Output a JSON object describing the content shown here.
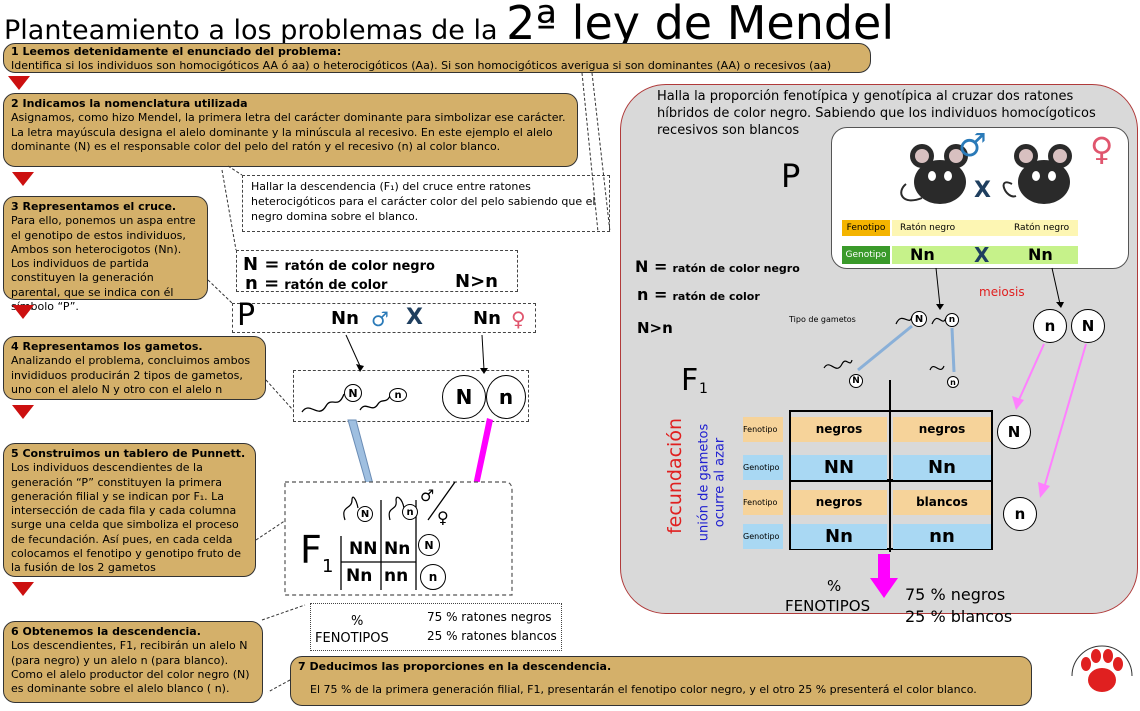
{
  "title": {
    "prefix": "Planteamiento a los problemas de la",
    "big": "2ª ley de Mendel"
  },
  "step1": {
    "title": "1 Leemos detenidamente el enunciado del problema:",
    "text": "Identifica si los individuos son homocigóticos AA ó aa) o heterocigóticos (Aa). Si son homocigóticos averigua si son dominantes (AA) o recesivos (aa)"
  },
  "step2": {
    "title": "2 Indicamos la nomenclatura utilizada",
    "text": "Asignamos, como hizo Mendel, la primera letra del carácter dominante para simbolizar ese carácter. La letra mayúscula designa el alelo dominante y la minúscula al recesivo. En este ejemplo el alelo dominante (N) es el responsable color del pelo del ratón y el recesivo (n) al color blanco."
  },
  "step3": {
    "title": "3 Representamos el cruce.",
    "text": "Para ello, ponemos un aspa entre el genotipo de estos individuos, Ambos son heterocigotos (Nn). Los individuos de partida constituyen la generación parental, que se indica con él símbolo “P”."
  },
  "step4": {
    "title": "4 Representamos los gametos.",
    "text": "Analizando el problema, concluimos ambos invididuos producirán 2 tipos de gametos, uno con el alelo N y otro con el alelo n"
  },
  "step5": {
    "title": "5 Construimos un tablero de Punnett.",
    "text": "Los individuos descendientes de la generación “P” constituyen la primera generación filial y se indican por F₁. La intersección de cada fila y cada columna surge una celda que simboliza el proceso de fecundación. Así pues, en cada celda colocamos el fenotipo y genotipo fruto de la fusión de los 2 gametos"
  },
  "step6": {
    "title": "6 Obtenemos la descendencia.",
    "text": "Los descendientes, F1, recibirán un alelo N (para negro) y un alelo n (para blanco). Como el alelo productor del color negro (N) es dominante sobre el alelo blanco ( n)."
  },
  "step7": {
    "title": "7 Deducimos las proporciones en la descendencia.",
    "text": "El 75 % de la primera generación filial, F1, presentarán el fenotipo color negro, y el otro 25 % presenterá el color blanco."
  },
  "statement": "Hallar la descendencia (F₁) del cruce entre ratones heterocigóticos para el carácter color del pelo sabiendo que el negro domina sobre el blanco.",
  "legend": {
    "N_sym": "N =",
    "N_text": "ratón de color negro",
    "n_sym": "n =",
    "n_text": "ratón de color",
    "dominance": "N>n"
  },
  "cross": {
    "P": "P",
    "left": "Nn",
    "x": "X",
    "right": "Nn",
    "male": "♂",
    "female": "♀"
  },
  "gametes": {
    "left1": "N",
    "left2": "n",
    "right1": "N",
    "right2": "n"
  },
  "punnett": {
    "F": "F",
    "sub": "1",
    "g1": "N",
    "g2": "n",
    "r1": "N",
    "r2": "n",
    "c11": "NN",
    "c12": "Nn",
    "c21": "Nn",
    "c22": "nn",
    "male": "♂",
    "female": "♀"
  },
  "result": {
    "percent": "%",
    "fenotipos": "FENOTIPOS",
    "line1": "75 % ratones negros",
    "line2": "25 % ratones blancos"
  },
  "panel": {
    "problem": "Halla la proporción fenotípica y genotípica al cruzar dos ratones híbridos de color negro. Sabiendo que los individuos homocígoticos recesivos son blancos",
    "P": "P",
    "male": "♂",
    "female": "♀",
    "x": "X",
    "fenotipo_label": "Fenotipo",
    "genotipo_label": "Genotipo",
    "fen_left": "Ratón negro",
    "fen_right": "Ratón negro",
    "gen_left": "Nn",
    "gen_right": "Nn",
    "legend_N": "N =",
    "legend_N_text": "ratón de color negro",
    "legend_n": "n =",
    "legend_n_text": "ratón de color",
    "dominance": "N>n",
    "meiosis": "meiosis",
    "tipo_gametos": "Tipo de gametos",
    "gam_left1": "N",
    "gam_left2": "n",
    "gam_right1": "n",
    "gam_right2": "N",
    "F": "F",
    "F_sub": "1",
    "fecundacion": "fecundación",
    "union1": "unión de gametos",
    "union2": "ocurre al azar",
    "col_g1": "N",
    "col_g2": "n",
    "row_g1": "N",
    "row_g2": "n",
    "rows": [
      {
        "fen_label": "Fenotipo",
        "gen_label": "Genotipo",
        "fen1": "negros",
        "fen2": "negros",
        "gen1": "NN",
        "gen2": "Nn"
      },
      {
        "fen_label": "Fenotipo",
        "gen_label": "Genotipo",
        "fen1": "negros",
        "fen2": "blancos",
        "gen1": "Nn",
        "gen2": "nn"
      }
    ],
    "percent": "%",
    "fenotipos": "FENOTIPOS",
    "res1": "75 % negros",
    "res2": "25 % blancos"
  },
  "colors": {
    "step_bg": "#d4b06a",
    "red_arrow": "#cc1010",
    "magenta": "#ff00ff",
    "blue": "#2a7ab8",
    "pink": "#e0566e"
  }
}
